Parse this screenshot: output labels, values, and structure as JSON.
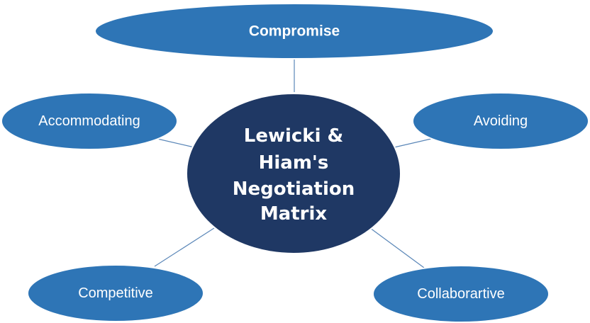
{
  "diagram": {
    "center": {
      "lines": [
        "Lewicki &",
        "Hiam's",
        "Negotiation",
        "Matrix"
      ]
    },
    "nodes": [
      {
        "id": "compromise",
        "label": "Compromise",
        "emphasis": "bold"
      },
      {
        "id": "accommodating",
        "label": "Accommodating",
        "emphasis": "normal"
      },
      {
        "id": "avoiding",
        "label": "Avoiding",
        "emphasis": "normal"
      },
      {
        "id": "competitive",
        "label": "Competitive",
        "emphasis": "normal"
      },
      {
        "id": "collaborartive",
        "label": "Collaborartive",
        "emphasis": "normal"
      }
    ]
  },
  "colors": {
    "outer_fill": "#2e75b6",
    "center_fill": "#1f3864",
    "connector": "#5b87b8",
    "text": "#ffffff"
  }
}
